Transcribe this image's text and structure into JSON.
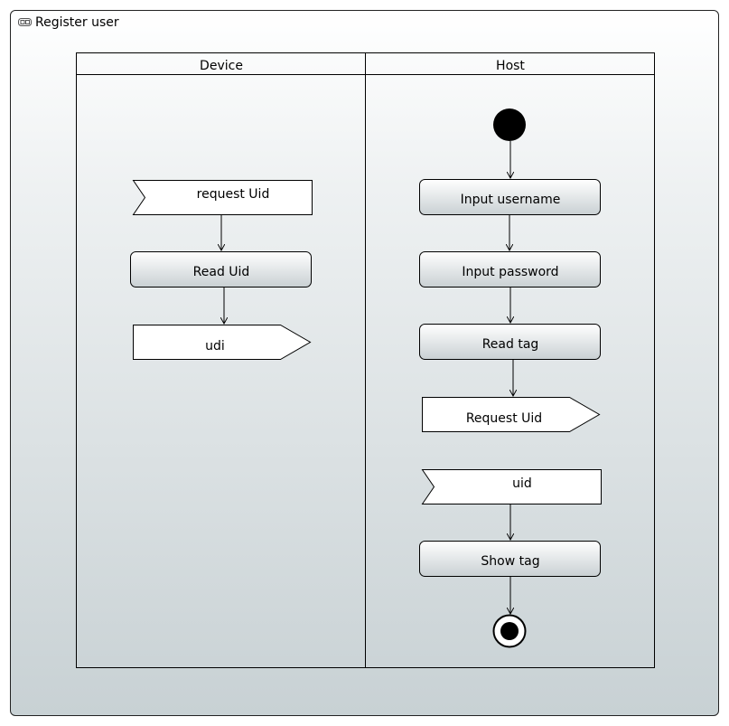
{
  "diagram": {
    "title": "Register user",
    "partitions": [
      {
        "name": "Device"
      },
      {
        "name": "Host"
      }
    ],
    "device_nodes": {
      "accept_request": "request Uid",
      "read_uid": "Read Uid",
      "send_udi": "udi"
    },
    "host_nodes": {
      "input_username": "Input username",
      "input_password": "Input password",
      "read_tag": "Read tag",
      "send_request": "Request Uid",
      "accept_uid": "uid",
      "show_tag": "Show tag"
    }
  }
}
